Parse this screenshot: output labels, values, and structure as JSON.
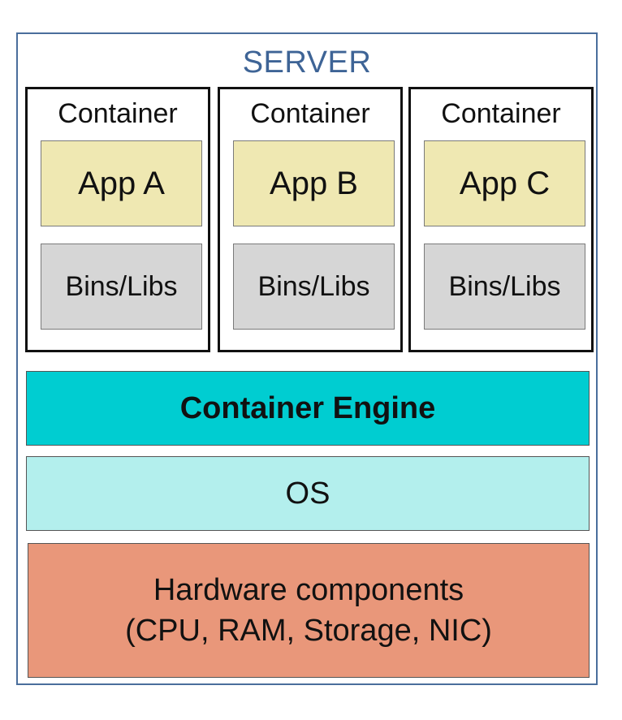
{
  "server": {
    "title": "SERVER"
  },
  "containers": [
    {
      "label": "Container",
      "app": "App A",
      "libs": "Bins/Libs"
    },
    {
      "label": "Container",
      "app": "App B",
      "libs": "Bins/Libs"
    },
    {
      "label": "Container",
      "app": "App C",
      "libs": "Bins/Libs"
    }
  ],
  "layers": {
    "engine": "Container Engine",
    "os": "OS",
    "hardware_line1": "Hardware components",
    "hardware_line2": "(CPU, RAM, Storage, NIC)"
  },
  "colors": {
    "server_border": "#4a6e9c",
    "server_title": "#3e6496",
    "app": "#efe8b2",
    "libs": "#d6d6d6",
    "engine": "#00cdd1",
    "os": "#b3efed",
    "hardware": "#e9977a"
  }
}
